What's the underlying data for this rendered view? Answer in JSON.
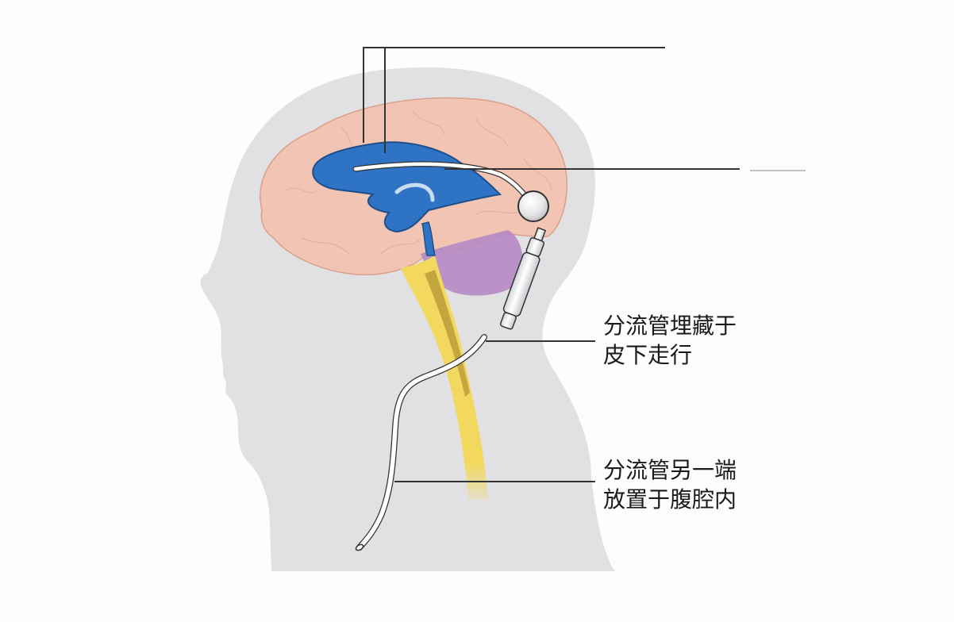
{
  "diagram": {
    "type": "medical-illustration",
    "subject": "ventriculoperitoneal shunt (head sagittal view)",
    "colors": {
      "background": "#fdfdfe",
      "head_silhouette": "#e1e1e3",
      "brain": "#f2c4b4",
      "brain_outline": "#d9a08c",
      "ventricle": "#2f74c4",
      "ventricle_outline": "#1d4f8c",
      "cerebellum": "#b68ac4",
      "spinal_cord": "#f3d860",
      "spinal_cord_inner": "#b89a3a",
      "shunt_tube": "#ffffff",
      "shunt_outline": "#333333",
      "leader_line": "#333333"
    },
    "labels": [
      {
        "id": "subcutaneous",
        "lines": [
          "分流管埋藏于",
          "皮下走行"
        ]
      },
      {
        "id": "peritoneal",
        "lines": [
          "分流管另一端",
          "放置于腹腔内"
        ]
      }
    ],
    "unlabeled_leaders": 2
  }
}
